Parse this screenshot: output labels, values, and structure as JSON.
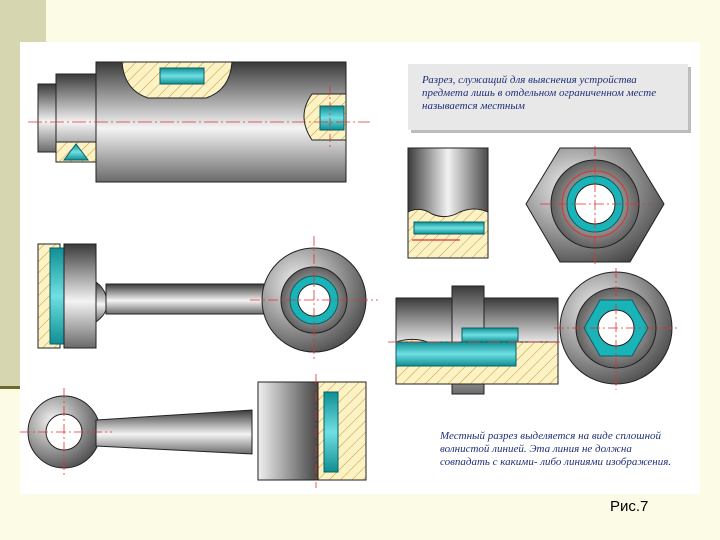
{
  "slide": {
    "background": "#fbfbe6",
    "accent_bar": "#d6d6b0",
    "panel": "#ffffff"
  },
  "colors": {
    "metal_dark": "#3a3a3a",
    "metal_light": "#f2f2f2",
    "cyan": "#1ab3b8",
    "hatch_fill": "#fbf3c6",
    "hatch_line": "#d4932a",
    "center_line": "#e03030"
  },
  "note_top": {
    "text": "Разрез, служащий для выяснения устройства предмета лишь в отдельном ограниченном месте называется местным"
  },
  "note_bottom": {
    "text": "Местный разрез выделяется на виде сплошной волнистой линией. Эта линия не должна совпадать с какими- либо линиями изображения."
  },
  "caption": {
    "text": "Рис.7"
  }
}
